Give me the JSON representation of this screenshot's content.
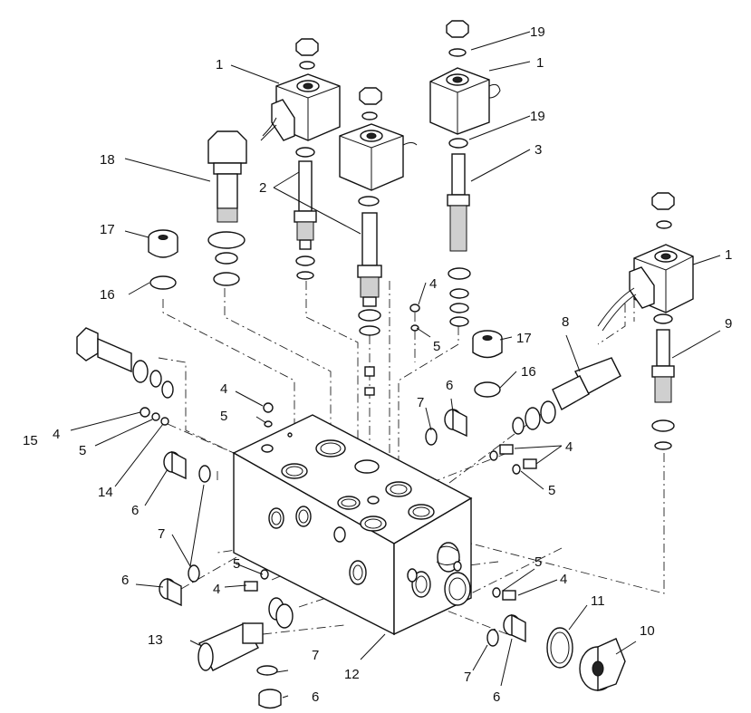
{
  "labels": [
    {
      "id": "c1",
      "text": "1"
    },
    {
      "id": "c2",
      "text": "1"
    },
    {
      "id": "c3",
      "text": "1"
    },
    {
      "id": "c4",
      "text": "2"
    },
    {
      "id": "c5",
      "text": "3"
    },
    {
      "id": "c6",
      "text": "4"
    },
    {
      "id": "c7",
      "text": "4"
    },
    {
      "id": "c8",
      "text": "4"
    },
    {
      "id": "c9",
      "text": "4"
    },
    {
      "id": "c10",
      "text": "4"
    },
    {
      "id": "c11",
      "text": "4"
    },
    {
      "id": "c12",
      "text": "5"
    },
    {
      "id": "c13",
      "text": "5"
    },
    {
      "id": "c14",
      "text": "5"
    },
    {
      "id": "c15",
      "text": "5"
    },
    {
      "id": "c16",
      "text": "5"
    },
    {
      "id": "c17",
      "text": "5"
    },
    {
      "id": "c18",
      "text": "6"
    },
    {
      "id": "c19",
      "text": "6"
    },
    {
      "id": "c20",
      "text": "6"
    },
    {
      "id": "c21",
      "text": "6"
    },
    {
      "id": "c22",
      "text": "6"
    },
    {
      "id": "c23",
      "text": "7"
    },
    {
      "id": "c24",
      "text": "7"
    },
    {
      "id": "c25",
      "text": "7"
    },
    {
      "id": "c26",
      "text": "7"
    },
    {
      "id": "c27",
      "text": "8"
    },
    {
      "id": "c28",
      "text": "9"
    },
    {
      "id": "c29",
      "text": "10"
    },
    {
      "id": "c30",
      "text": "11"
    },
    {
      "id": "c31",
      "text": "12"
    },
    {
      "id": "c32",
      "text": "13"
    },
    {
      "id": "c33",
      "text": "14"
    },
    {
      "id": "c34",
      "text": "15"
    },
    {
      "id": "c35",
      "text": "16"
    },
    {
      "id": "c36",
      "text": "16"
    },
    {
      "id": "c37",
      "text": "17"
    },
    {
      "id": "c38",
      "text": "17"
    },
    {
      "id": "c39",
      "text": "18"
    },
    {
      "id": "c40",
      "text": "19"
    },
    {
      "id": "c41",
      "text": "19"
    }
  ]
}
